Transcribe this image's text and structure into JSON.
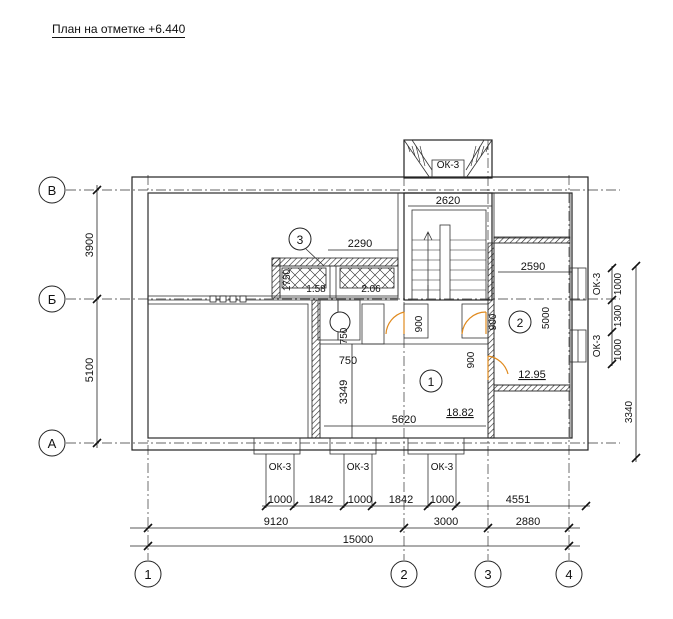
{
  "title": "План на отметке  +6.440",
  "axes": {
    "columns": [
      "1",
      "2",
      "3",
      "4"
    ],
    "rows": [
      "В",
      "Б",
      "А"
    ]
  },
  "rooms": [
    {
      "number": "1",
      "area": "18.82"
    },
    {
      "number": "2",
      "area": "12.95"
    },
    {
      "number": "3",
      "areas": [
        "1.58",
        "2.06"
      ]
    }
  ],
  "window_marks": [
    "ОК-3",
    "ОК-3",
    "ОК-3",
    "ОК-3",
    "ОК-3",
    "ОК-3"
  ],
  "dims": {
    "left": [
      "3900",
      "5100"
    ],
    "right": [
      "1000",
      "1300",
      "1000",
      "3340",
      "5000"
    ],
    "bottom_row1": [
      "1000",
      "1842",
      "1000",
      "1842",
      "1000",
      "4551"
    ],
    "bottom_row2": [
      "9120",
      "3000",
      "2880"
    ],
    "bottom_total": "15000",
    "interior": [
      "2620",
      "2290",
      "2590",
      "5620",
      "3349",
      "750",
      "750",
      "900",
      "900",
      "900",
      "1750"
    ]
  },
  "colors": {
    "line": "#222222",
    "door": "#e08a1e"
  }
}
